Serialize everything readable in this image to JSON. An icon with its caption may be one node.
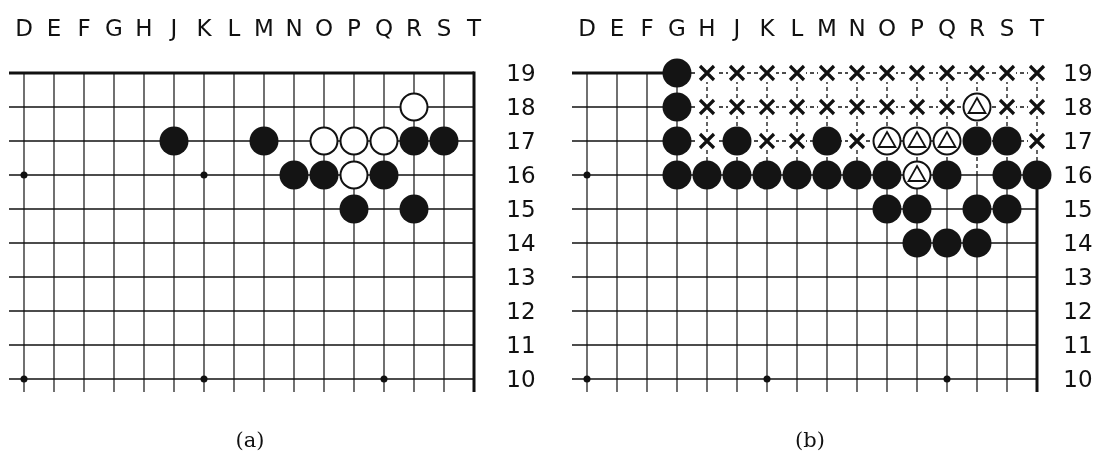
{
  "diagram": {
    "labels": [
      "D",
      "E",
      "F",
      "G",
      "H",
      "J",
      "K",
      "L",
      "M",
      "N",
      "O",
      "P",
      "Q",
      "R",
      "S",
      "T",
      "D",
      "E",
      "F",
      "G",
      "H",
      "J",
      "K",
      "L",
      "M",
      "N",
      "O",
      "P",
      "Q",
      "R",
      "S",
      "T",
      "19",
      "19",
      "18",
      "18",
      "17",
      "17",
      "16",
      "16",
      "15",
      "15",
      "14",
      "14",
      "13",
      "13",
      "12",
      "12",
      "11",
      "11",
      "10",
      "10",
      "(a)",
      "(b)"
    ]
  }
}
